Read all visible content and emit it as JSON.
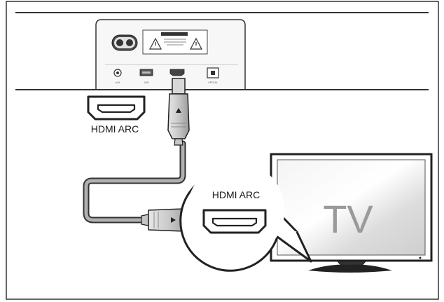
{
  "labels": {
    "soundbar_port": "HDMI ARC",
    "tv_port": "HDMI ARC",
    "tv_screen": "TV"
  },
  "soundbar_ports": [
    "AUX",
    "USB",
    "HDMI ARC",
    "OPTICAL"
  ],
  "icons": {
    "power": "figure-eight-power-socket-icon",
    "warning": "warning-triangle-icon",
    "arrow_up": "triangle-up-icon",
    "arrow_right": "triangle-right-icon"
  },
  "colors": {
    "line": "#2b2b2b",
    "cable_gray": "#8f8f8f",
    "tv_screen_text": "#9a9a9a"
  }
}
